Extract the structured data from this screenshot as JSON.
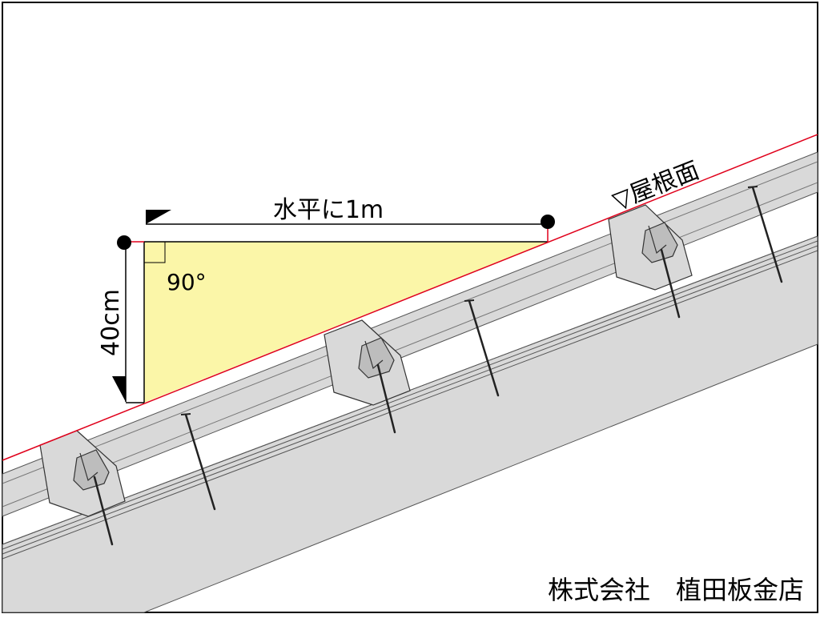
{
  "labels": {
    "horizontal": "水平に1m",
    "vertical": "40cm",
    "angle": "90°",
    "roof_surface": "▽屋根面",
    "company": "株式会社　植田板金店"
  },
  "colors": {
    "triangle_fill": "#fbf6a8",
    "slope_line": "#e0001b",
    "roof_gray": "#d9d9d9",
    "outline": "#000000"
  }
}
